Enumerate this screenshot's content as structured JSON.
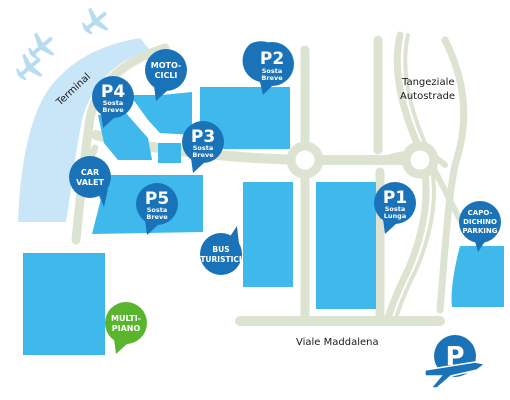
{
  "map": {
    "terminal_label": "Terminal",
    "road_labels": {
      "viale_maddalena": "Viale Maddalena",
      "tangeziale_line1": "Tangeziale",
      "tangeziale_line2": "Autostrade"
    },
    "pins": {
      "p2": {
        "code": "P2",
        "line1": "Sosta",
        "line2": "Breve"
      },
      "p4": {
        "code": "P4",
        "line1": "Sosta",
        "line2": "Breve"
      },
      "p3": {
        "code": "P3",
        "line1": "Sosta",
        "line2": "Breve"
      },
      "p5": {
        "code": "P5",
        "line1": "Sosta",
        "line2": "Breve"
      },
      "p1": {
        "code": "P1",
        "line1": "Sosta",
        "line2": "Lunga"
      },
      "motocicli": {
        "line1": "MOTO-",
        "line2": "CICLI"
      },
      "car_valet": {
        "line1": "CAR",
        "line2": "VALET"
      },
      "bus_turistici": {
        "line1": "BUS",
        "line2": "TURISTICI"
      },
      "capodichino": {
        "line1": "CAPO-",
        "line2": "DICHINO",
        "line3": "PARKING"
      },
      "multipiano": {
        "line1": "MULTI-",
        "line2": "PIANO"
      }
    },
    "logo_letter": "P",
    "colors": {
      "parking_fill": "#3fb8ec",
      "pin_blue": "#1a73b8",
      "pin_green": "#5ab52e",
      "road": "#dde3d1",
      "terminal": "#c8e6f7",
      "plane": "#b5dcf0"
    },
    "icons": [
      "airplane-icon",
      "parking-airport-logo-icon"
    ]
  }
}
